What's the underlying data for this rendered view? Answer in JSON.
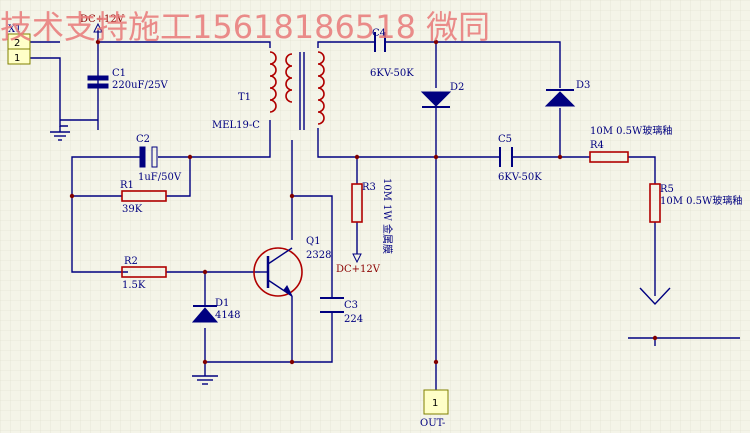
{
  "watermark": "技术支持施工15618186518 微同",
  "connectors": {
    "x1": {
      "ref": "X1",
      "pin_top": "2",
      "pin_bottom": "1"
    },
    "out": {
      "pin": "1",
      "label": "OUT-"
    }
  },
  "power": {
    "top": "DC+12V",
    "mid": "DC+12V"
  },
  "components": {
    "c1": {
      "ref": "C1",
      "value": "220uF/25V"
    },
    "t1": {
      "ref": "T1",
      "value": "MEL19-C"
    },
    "c2": {
      "ref": "C2",
      "value": "1uF/50V"
    },
    "r1": {
      "ref": "R1",
      "value": "39K"
    },
    "r2": {
      "ref": "R2",
      "value": "1.5K"
    },
    "d1": {
      "ref": "D1",
      "value": "4148"
    },
    "q1": {
      "ref": "Q1",
      "value": "2328"
    },
    "c3": {
      "ref": "C3",
      "value": "224"
    },
    "c4": {
      "ref": "C4",
      "value": "6KV-50K"
    },
    "d2": {
      "ref": "D2"
    },
    "d3": {
      "ref": "D3"
    },
    "r3": {
      "ref": "R3",
      "value": "10M 1W 金属膜"
    },
    "c5": {
      "ref": "C5",
      "value": "6KV-50K"
    },
    "r4": {
      "ref": "R4",
      "value": "10M 0.5W玻璃釉"
    },
    "r5": {
      "ref": "R5",
      "value": "10M 0.5W玻璃釉"
    }
  }
}
